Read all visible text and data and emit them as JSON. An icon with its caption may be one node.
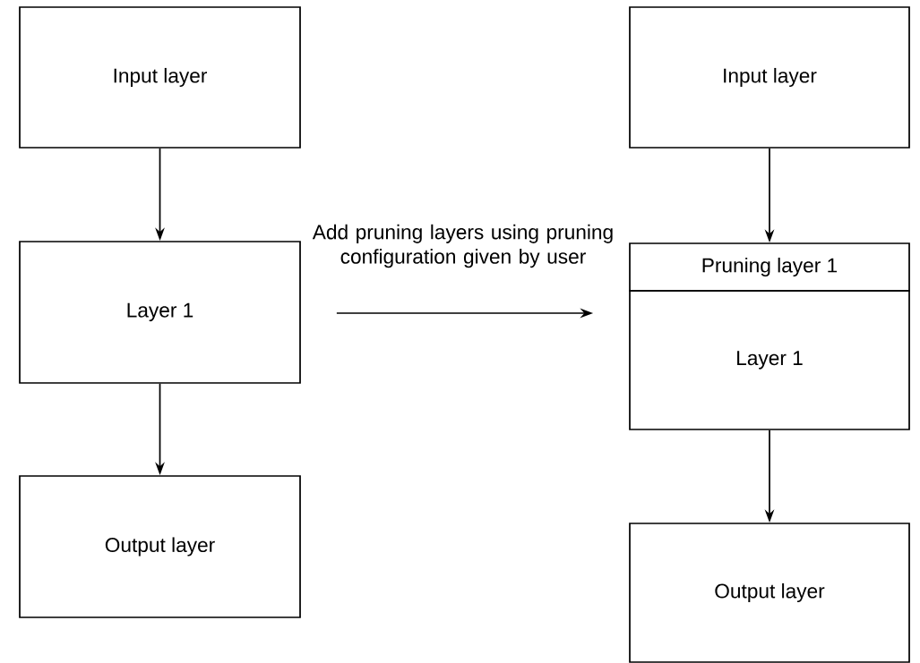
{
  "diagram": {
    "nodes": [
      {
        "text": [
          "Input layer"
        ]
      },
      {
        "text": [
          "Layer 1"
        ]
      },
      {
        "text": [
          "Output layer"
        ]
      },
      {
        "text": [
          "Input layer"
        ]
      },
      {
        "text": [
          "Pruning layer 1"
        ]
      },
      {
        "text": [
          "Layer 1"
        ]
      },
      {
        "text": [
          "Output layer"
        ]
      }
    ],
    "edges": [
      {
        "from": 0,
        "to": 1,
        "arrow": "to"
      },
      {
        "from": 1,
        "to": 2,
        "arrow": "to"
      },
      {
        "from": 1,
        "to": 5,
        "arrow": "to",
        "label": "Add pruning layers using pruning configuration given by user"
      },
      {
        "from": 3,
        "to": 4,
        "arrow": "to"
      },
      {
        "from": 5,
        "to": 6,
        "arrow": "to"
      }
    ]
  }
}
